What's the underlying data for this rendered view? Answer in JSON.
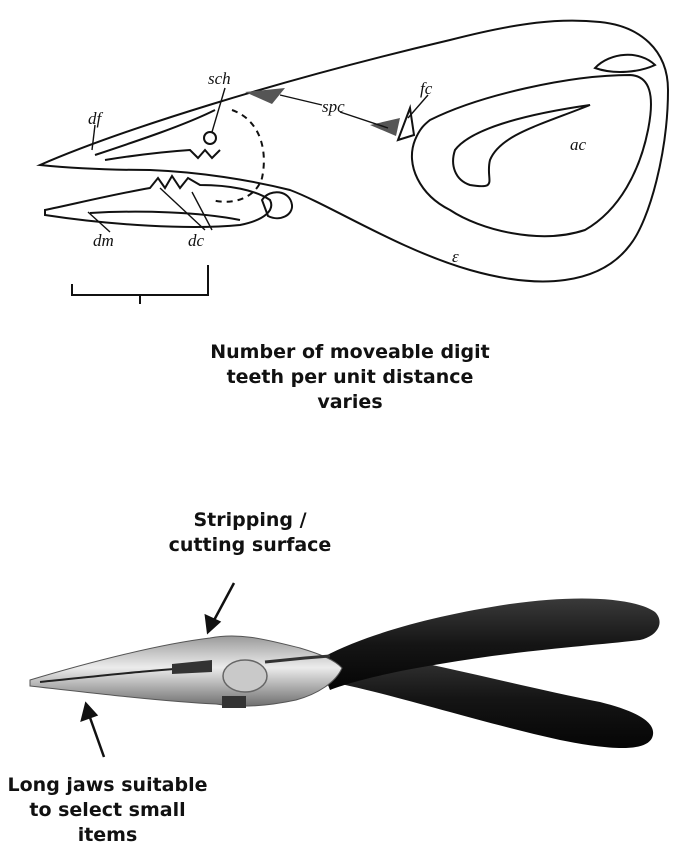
{
  "claw_labels": {
    "sch": "sch",
    "df": "df",
    "spc": "spc",
    "fc": "fc",
    "ac": "ac",
    "dm": "dm",
    "dc": "dc",
    "g": "ɛ"
  },
  "captions": {
    "teeth": [
      "Number of moveable digit",
      "teeth per unit distance",
      "varies"
    ],
    "stripping": [
      "Stripping /",
      "cutting surface"
    ],
    "jaws": [
      "Long jaws suitable",
      "to select small",
      "items"
    ]
  }
}
